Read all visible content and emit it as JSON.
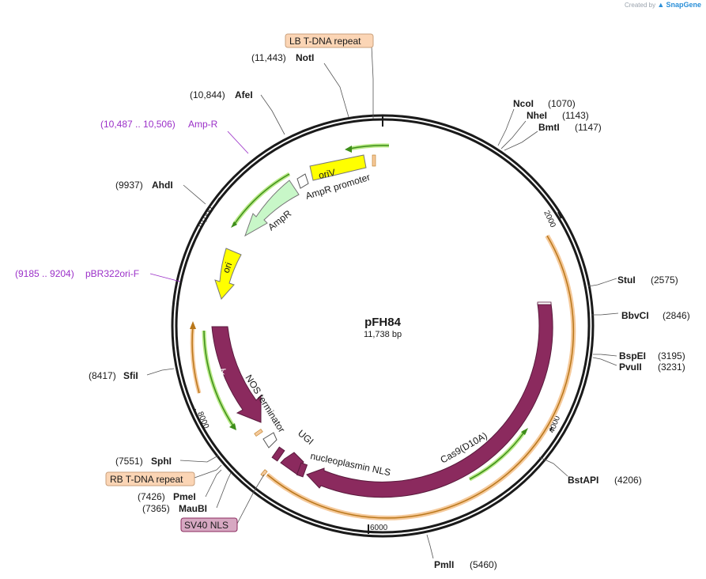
{
  "brand": {
    "created_by": "Created by",
    "logo_text": "SnapGene"
  },
  "plasmid": {
    "name": "pFH84",
    "length_label": "11,738 bp",
    "total_bp": 11738
  },
  "colors": {
    "backbone": "#1a1a1a",
    "enzyme_line": "#555555",
    "primer": "#9b30c8",
    "cds": "#8b2a5e",
    "promoter": "#ffffff",
    "ori": "#ffff00",
    "amp": "#c8f7c8",
    "highlight_orange": "#f5c99a",
    "highlight_green": "#b8e986",
    "feature_box_peach": "#fbd5b5",
    "feature_box_pink": "#d7a8c2"
  },
  "ticks": [
    {
      "bp": 0,
      "label": ""
    },
    {
      "bp": 2000,
      "label": "2000"
    },
    {
      "bp": 4000,
      "label": "4000"
    },
    {
      "bp": 6000,
      "label": "6000"
    },
    {
      "bp": 8000,
      "label": "8000"
    },
    {
      "bp": 10000,
      "label": "10,000"
    }
  ],
  "enzymes": [
    {
      "name": "NotI",
      "pos": "(11,443)",
      "bp": 11443
    },
    {
      "name": "AfeI",
      "pos": "(10,844)",
      "bp": 10844
    },
    {
      "name": "AhdI",
      "pos": "(9937)",
      "bp": 9937
    },
    {
      "name": "SfiI",
      "pos": "(8417)",
      "bp": 8417
    },
    {
      "name": "SphI",
      "pos": "(7551)",
      "bp": 7551
    },
    {
      "name": "PmeI",
      "pos": "(7426)",
      "bp": 7426
    },
    {
      "name": "MauBI",
      "pos": "(7365)",
      "bp": 7365
    },
    {
      "name": "NcoI",
      "pos": "(1070)",
      "bp": 1070
    },
    {
      "name": "NheI",
      "pos": "(1143)",
      "bp": 1143
    },
    {
      "name": "BmtI",
      "pos": "(1147)",
      "bp": 1147
    },
    {
      "name": "StuI",
      "pos": "(2575)",
      "bp": 2575
    },
    {
      "name": "BbvCI",
      "pos": "(2846)",
      "bp": 2846
    },
    {
      "name": "BspEI",
      "pos": "(3195)",
      "bp": 3195
    },
    {
      "name": "PvuII",
      "pos": "(3231)",
      "bp": 3231
    },
    {
      "name": "BstAPI",
      "pos": "(4206)",
      "bp": 4206
    },
    {
      "name": "PmlI",
      "pos": "(5460)",
      "bp": 5460
    }
  ],
  "primers": [
    {
      "name": "Amp-R",
      "pos": "(10,487 .. 10,506)"
    },
    {
      "name": "pBR322ori-F",
      "pos": "(9185 .. 9204)"
    }
  ],
  "boxed_features": [
    {
      "name": "LB T-DNA repeat"
    },
    {
      "name": "RB T-DNA repeat"
    },
    {
      "name": "SV40 NLS"
    }
  ],
  "features": [
    {
      "name": "oriV"
    },
    {
      "name": "AmpR promoter"
    },
    {
      "name": "AmpR"
    },
    {
      "name": "ori"
    },
    {
      "name": "trfA"
    },
    {
      "name": "NOS terminator"
    },
    {
      "name": "UGI"
    },
    {
      "name": "nucleoplasmin NLS"
    },
    {
      "name": "Cas9(D10A)"
    }
  ]
}
